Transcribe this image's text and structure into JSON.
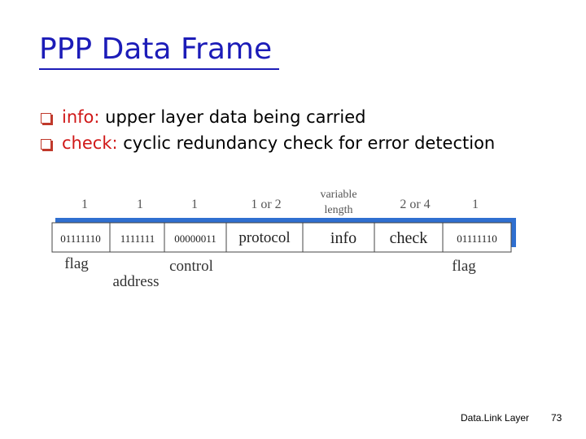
{
  "slide": {
    "title": "PPP Data Frame",
    "bullets": [
      {
        "keyword": "info:",
        "text": " upper layer data being carried"
      },
      {
        "keyword": "check:",
        "text": " cyclic redundancy check for error detection"
      }
    ]
  },
  "diagram": {
    "fields": [
      {
        "size": "1",
        "content": "01111110",
        "label": "flag"
      },
      {
        "size": "1",
        "content": "1111111",
        "label": "address"
      },
      {
        "size": "1",
        "content": "00000011",
        "label": "control"
      },
      {
        "size": "1 or 2",
        "content": "protocol",
        "label": ""
      },
      {
        "size_line1": "variable",
        "size_line2": "length",
        "content": "info",
        "label": ""
      },
      {
        "size": "2 or 4",
        "content": "check",
        "label": ""
      },
      {
        "size": "1",
        "content": "01111110",
        "label": "flag"
      }
    ],
    "colors": {
      "bar": "#2f6fd0",
      "title": "#1c1cb8",
      "keyword": "#d01818"
    }
  },
  "footer": {
    "label": "Data.Link Layer",
    "page": "73"
  }
}
